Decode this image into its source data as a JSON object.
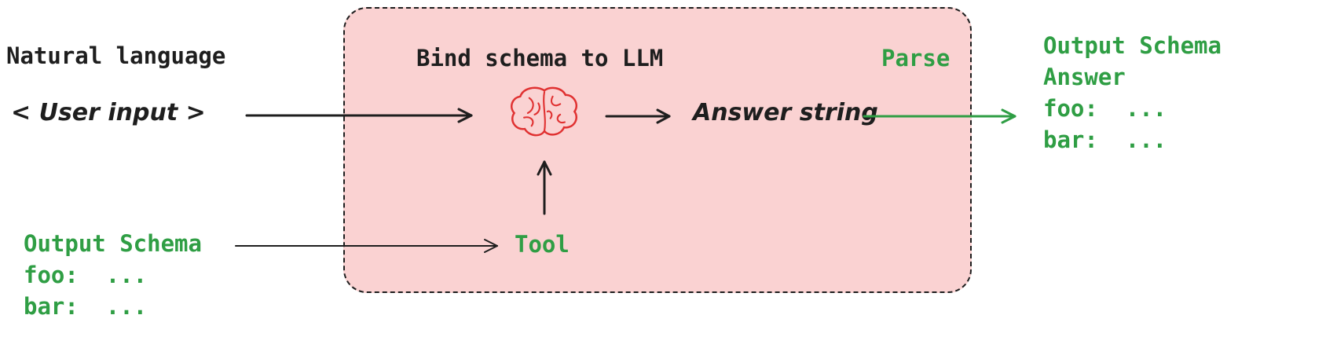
{
  "diagram": {
    "left": {
      "title": "Natural language",
      "user_input": "< User input >"
    },
    "input_schema": {
      "title": "Output Schema",
      "foo_line": "foo:  ...",
      "bar_line": "bar:  ..."
    },
    "llm_box": {
      "title": "Bind schema to LLM",
      "parse_label": "Parse",
      "answer_label": "Answer string",
      "tool_label": "Tool"
    },
    "output_schema": {
      "title": "Output Schema",
      "answer_line": "Answer",
      "foo_line": "foo:  ...",
      "bar_line": "bar:  ..."
    },
    "colors": {
      "ink": "#1e1e1e",
      "green": "#2f9e44",
      "brain_red": "#e03131",
      "box_fill": "#fad2d2"
    },
    "icons": {
      "brain": "brain-icon"
    }
  }
}
